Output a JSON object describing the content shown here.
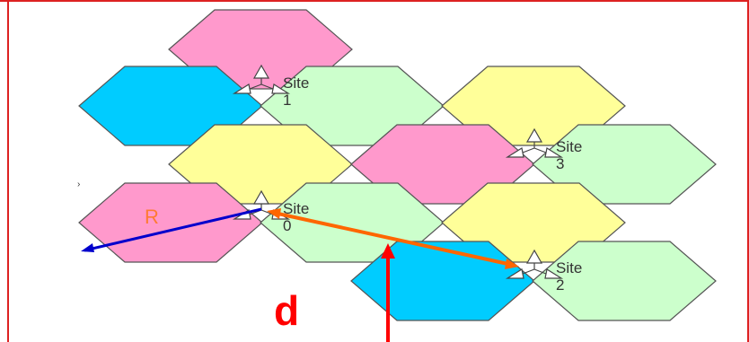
{
  "colors": {
    "frame": "#dd2222",
    "pink": "#ff99cc",
    "cyan": "#00ccff",
    "green": "#ccffcc",
    "yellow": "#ffff99",
    "radius_line": "#0000cc",
    "distance_arrow": "#ff6600",
    "pointer_arrow": "#ff0000"
  },
  "cells": [
    {
      "id": "c1",
      "color": "pink"
    },
    {
      "id": "c2",
      "color": "cyan"
    },
    {
      "id": "c3",
      "color": "green"
    },
    {
      "id": "c4",
      "color": "yellow"
    },
    {
      "id": "c5",
      "color": "yellow"
    },
    {
      "id": "c6",
      "color": "pink"
    },
    {
      "id": "c7",
      "color": "green"
    },
    {
      "id": "c8",
      "color": "pink"
    },
    {
      "id": "c9",
      "color": "green"
    },
    {
      "id": "c10",
      "color": "yellow"
    },
    {
      "id": "c11",
      "color": "cyan"
    },
    {
      "id": "c12",
      "color": "green"
    }
  ],
  "sites": [
    {
      "word": "Site",
      "number": "1"
    },
    {
      "word": "Site",
      "number": "3"
    },
    {
      "word": "Site",
      "number": "0"
    },
    {
      "word": "Site",
      "number": "2"
    }
  ],
  "labels": {
    "radius": "R",
    "distance": "d",
    "edge_mark": "›"
  }
}
